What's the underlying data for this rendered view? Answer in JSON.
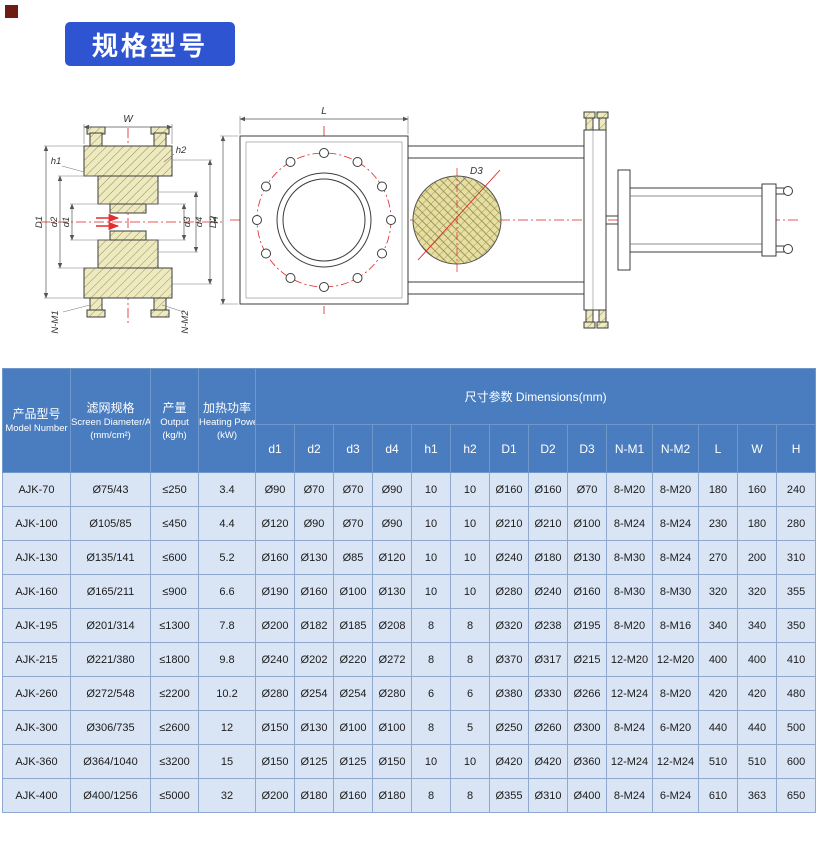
{
  "page": {
    "title": "规格型号"
  },
  "drawing": {
    "labels": {
      "W": "W",
      "L": "L",
      "H": "H",
      "h1": "h1",
      "h2": "h2",
      "D1": "D1",
      "D2": "D2",
      "D3": "D3",
      "d1": "d1",
      "d2": "d2",
      "d3": "d3",
      "d4": "d4",
      "NM1": "N-M1",
      "NM2": "N-M2"
    }
  },
  "table": {
    "headers": {
      "model_zh": "产品型号",
      "model_en": "Model Number",
      "screen_zh": "滤网规格",
      "screen_en": "Screen Diameter/Area",
      "screen_unit": "(mm/cm²)",
      "output_zh": "产量",
      "output_en": "Output",
      "output_unit": "(kg/h)",
      "heating_zh": "加热功率",
      "heating_en": "Heating  Power",
      "heating_unit": "(kW)",
      "dims_title": "尺寸参数 Dimensions(mm)"
    },
    "dim_cols": [
      "d1",
      "d2",
      "d3",
      "d4",
      "h1",
      "h2",
      "D1",
      "D2",
      "D3",
      "N-M1",
      "N-M2",
      "L",
      "W",
      "H"
    ],
    "rows": [
      [
        "AJK-70",
        "Ø75/43",
        "≤250",
        "3.4",
        "Ø90",
        "Ø70",
        "Ø70",
        "Ø90",
        "10",
        "10",
        "Ø160",
        "Ø160",
        "Ø70",
        "8-M20",
        "8-M20",
        "180",
        "160",
        "240"
      ],
      [
        "AJK-100",
        "Ø105/85",
        "≤450",
        "4.4",
        "Ø120",
        "Ø90",
        "Ø70",
        "Ø90",
        "10",
        "10",
        "Ø210",
        "Ø210",
        "Ø100",
        "8-M24",
        "8-M24",
        "230",
        "180",
        "280"
      ],
      [
        "AJK-130",
        "Ø135/141",
        "≤600",
        "5.2",
        "Ø160",
        "Ø130",
        "Ø85",
        "Ø120",
        "10",
        "10",
        "Ø240",
        "Ø180",
        "Ø130",
        "8-M30",
        "8-M24",
        "270",
        "200",
        "310"
      ],
      [
        "AJK-160",
        "Ø165/211",
        "≤900",
        "6.6",
        "Ø190",
        "Ø160",
        "Ø100",
        "Ø130",
        "10",
        "10",
        "Ø280",
        "Ø240",
        "Ø160",
        "8-M30",
        "8-M30",
        "320",
        "320",
        "355"
      ],
      [
        "AJK-195",
        "Ø201/314",
        "≤1300",
        "7.8",
        "Ø200",
        "Ø182",
        "Ø185",
        "Ø208",
        "8",
        "8",
        "Ø320",
        "Ø238",
        "Ø195",
        "8-M20",
        "8-M16",
        "340",
        "340",
        "350"
      ],
      [
        "AJK-215",
        "Ø221/380",
        "≤1800",
        "9.8",
        "Ø240",
        "Ø202",
        "Ø220",
        "Ø272",
        "8",
        "8",
        "Ø370",
        "Ø317",
        "Ø215",
        "12-M20",
        "12-M20",
        "400",
        "400",
        "410"
      ],
      [
        "AJK-260",
        "Ø272/548",
        "≤2200",
        "10.2",
        "Ø280",
        "Ø254",
        "Ø254",
        "Ø280",
        "6",
        "6",
        "Ø380",
        "Ø330",
        "Ø266",
        "12-M24",
        "8-M20",
        "420",
        "420",
        "480"
      ],
      [
        "AJK-300",
        "Ø306/735",
        "≤2600",
        "12",
        "Ø150",
        "Ø130",
        "Ø100",
        "Ø100",
        "8",
        "5",
        "Ø250",
        "Ø260",
        "Ø300",
        "8-M24",
        "6-M20",
        "440",
        "440",
        "500"
      ],
      [
        "AJK-360",
        "Ø364/1040",
        "≤3200",
        "15",
        "Ø150",
        "Ø125",
        "Ø125",
        "Ø150",
        "10",
        "10",
        "Ø420",
        "Ø420",
        "Ø360",
        "12-M24",
        "12-M24",
        "510",
        "510",
        "600"
      ],
      [
        "AJK-400",
        "Ø400/1256",
        "≤5000",
        "32",
        "Ø200",
        "Ø180",
        "Ø160",
        "Ø180",
        "8",
        "8",
        "Ø355",
        "Ø310",
        "Ø400",
        "8-M24",
        "6-M24",
        "610",
        "363",
        "650"
      ]
    ]
  }
}
